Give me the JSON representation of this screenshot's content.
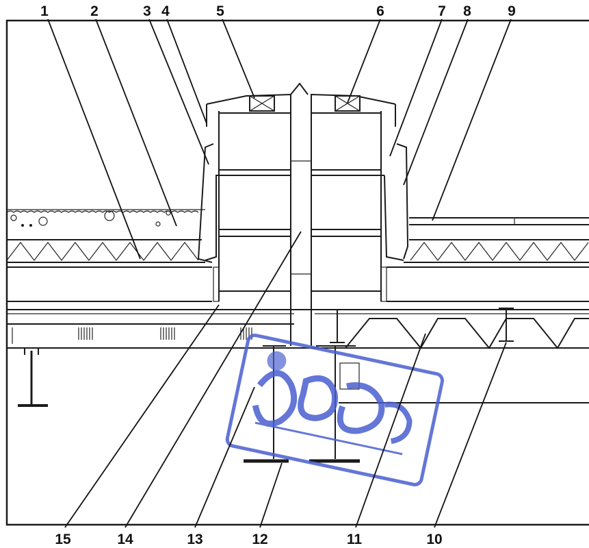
{
  "top_labels": [
    "1",
    "2",
    "3",
    "4",
    "5",
    "6",
    "7",
    "8",
    "9"
  ],
  "bottom_labels": [
    "15",
    "14",
    "13",
    "12",
    "11",
    "10"
  ],
  "colors": {
    "line": "#1a1a1a",
    "background": "#ffffff",
    "stamp": "#4a5fd0"
  }
}
